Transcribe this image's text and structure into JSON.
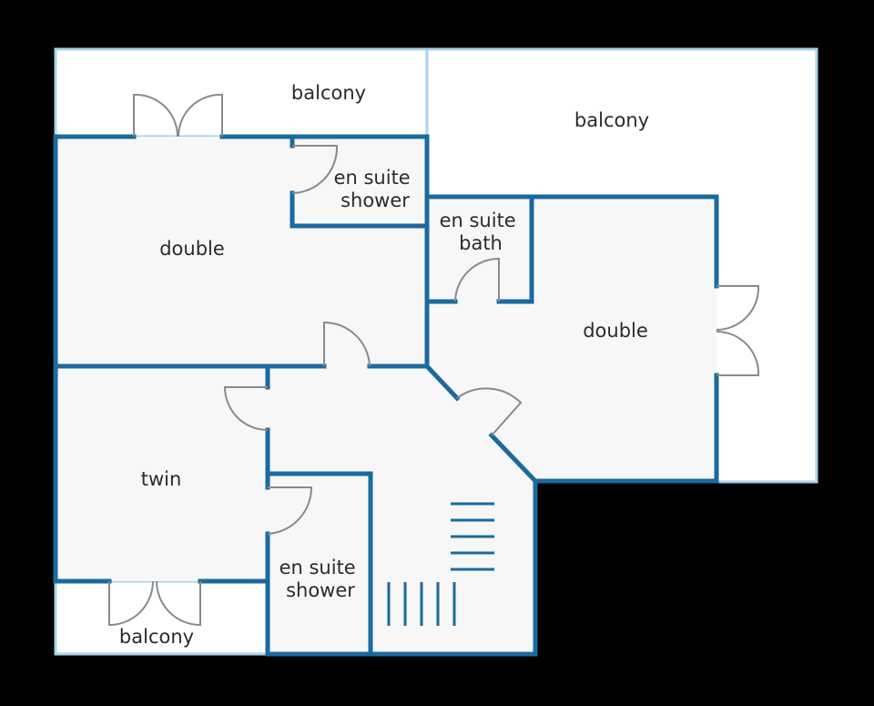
{
  "colors": {
    "background": "#000000",
    "wall": "#1a6aa0",
    "balcony_outline": "#a8d2ea",
    "room_fill": "#f7f7f7",
    "balcony_fill": "#ffffff",
    "door": "#8a8a8a",
    "text": "#2b2b2b"
  },
  "rooms": {
    "balcony_top_left": "balcony",
    "balcony_top_right": "balcony",
    "en_suite_shower_top": [
      "en suite",
      "shower"
    ],
    "double_left": "double",
    "en_suite_bath": [
      "en suite",
      "bath"
    ],
    "double_right": "double",
    "twin": "twin",
    "en_suite_shower_bottom": [
      "en suite",
      "shower"
    ],
    "balcony_bottom": "balcony"
  }
}
